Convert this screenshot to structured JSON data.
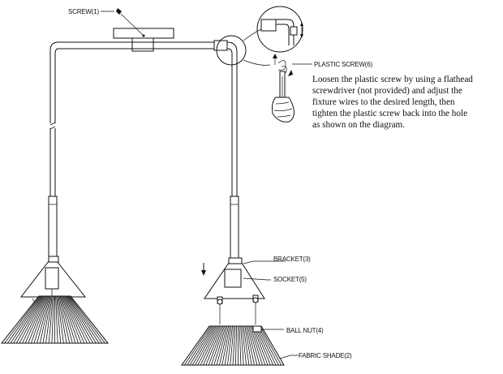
{
  "labels": {
    "screw": "SCREW(1)",
    "plastic_screw": "PLASTIC SCREW(6)",
    "bracket": "BRACKET(3)",
    "socket": "SOCKET(5)",
    "ball_nut": "BALL NUT(4)",
    "fabric_shade": "FABRIC SHADE(2)"
  },
  "instruction_lines": [
    "Loosen the plastic screw by using a flathead",
    "screwdriver (not provided) and adjust the",
    "fixture wires to the desired length, then",
    "tighten the plastic screw back into the hole",
    "as shown on the diagram."
  ],
  "colors": {
    "ink": "#111111",
    "paper": "#ffffff"
  },
  "icons": {
    "detail_view": "circle-magnifier-icon",
    "screwdriver_hand": "hand-screwdriver-icon",
    "direction_arrow": "arrow-up-down-icon"
  }
}
